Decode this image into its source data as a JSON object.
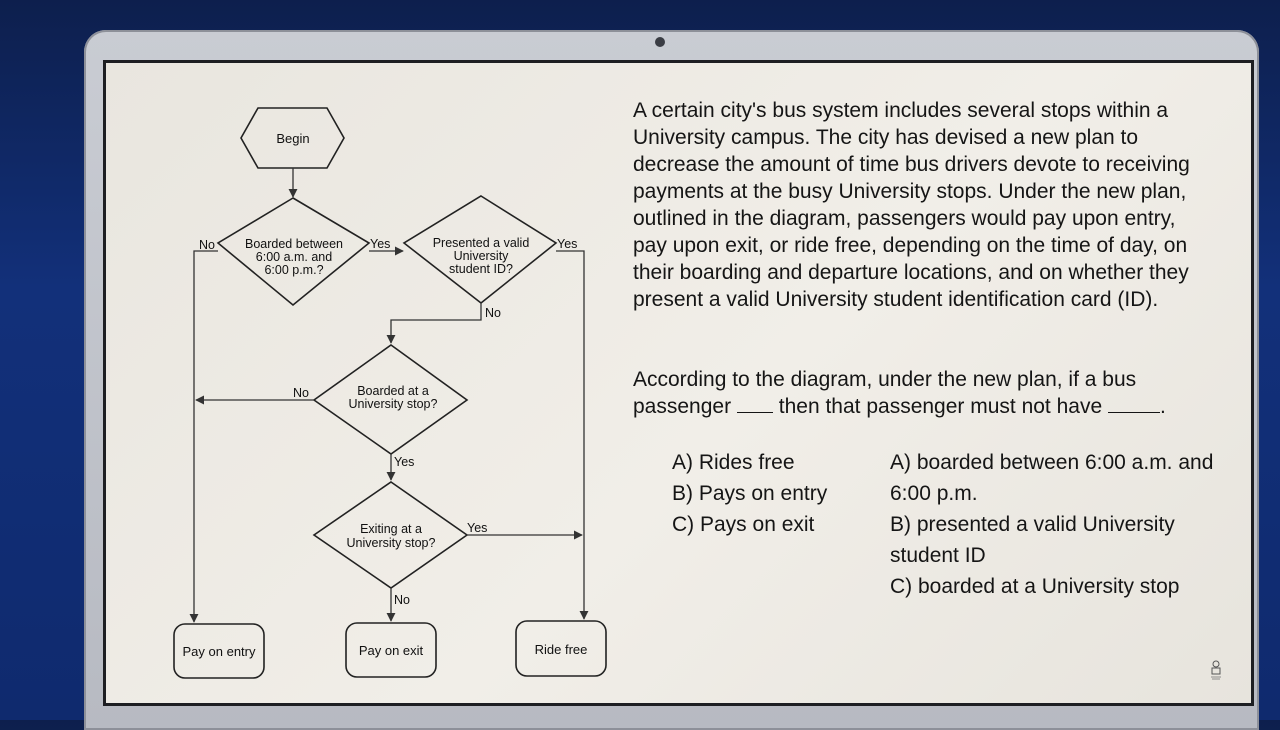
{
  "flowchart": {
    "begin": "Begin",
    "decision_time": [
      "Boarded between",
      "6:00 a.m. and",
      "6:00 p.m.?"
    ],
    "decision_id": [
      "Presented a valid",
      "University",
      "student ID?"
    ],
    "decision_board": [
      "Boarded at a",
      "University stop?"
    ],
    "decision_exit": [
      "Exiting at a",
      "University stop?"
    ],
    "yes": "Yes",
    "no": "No",
    "pay_on_entry": "Pay on entry",
    "pay_on_exit": "Pay on exit",
    "ride_free": "Ride free"
  },
  "passage": "A certain city's bus system includes several stops within a University campus. The city has devised a new plan to decrease the amount of time bus drivers devote to receiving payments at the busy University stops. Under the new plan, outlined in the diagram, passengers would pay upon entry, pay upon exit, or ride free, depending on the time of day, on their boarding and departure locations, and on whether they present a valid University student identification card (ID).",
  "question": {
    "part1": "According to the diagram, under the new plan, if a bus passenger",
    "part2": "then that passenger must not have",
    "end": "."
  },
  "options_left": [
    "A) Rides free",
    "B) Pays on entry",
    "C) Pays on exit"
  ],
  "options_right": [
    "A)  boarded between 6:00 a.m. and 6:00 p.m.",
    "B) presented a valid University student ID",
    "C) boarded at a University stop"
  ],
  "colors": {
    "screen_bg": "#efece6",
    "ink": "#151515",
    "desktop_bg": "#12307a"
  }
}
